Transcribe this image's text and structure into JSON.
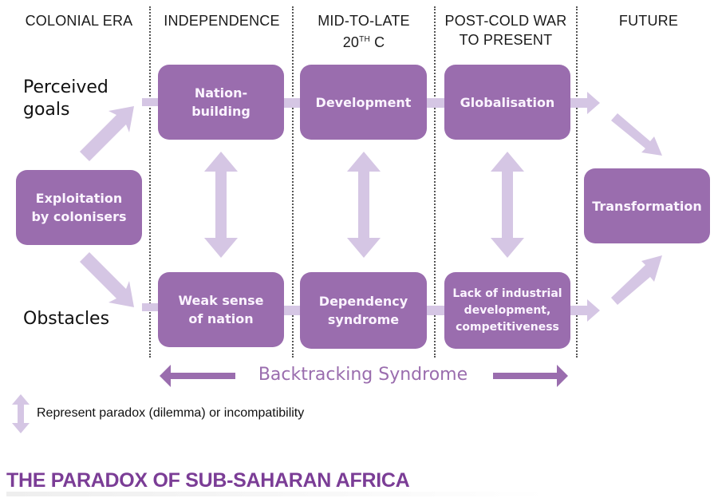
{
  "eras": [
    {
      "label": "COLONIAL ERA"
    },
    {
      "label": "INDEPENDENCE"
    },
    {
      "label_line1": "MID-TO-LATE",
      "label_line2_main": "20",
      "label_line2_sup": "TH",
      "label_line2_end": " C"
    },
    {
      "label_line1": "POST-COLD WAR",
      "label_line2": "TO PRESENT"
    },
    {
      "label": "FUTURE"
    }
  ],
  "row_labels": {
    "goals": "Perceived\ngoals",
    "obstacles": "Obstacles"
  },
  "boxes": {
    "exploitation": "Exploitation\nby colonisers",
    "nation_building": "Nation-\nbuilding",
    "development": "Development",
    "globalisation": "Globalisation",
    "weak_sense": "Weak sense\nof nation",
    "dependency": "Dependency\nsyndrome",
    "lack_industrial": "Lack of industrial\ndevelopment,\ncompetitiveness",
    "transformation": "Transformation"
  },
  "backtracking_label": "Backtracking Syndrome",
  "legend": {
    "icon": "double-vertical-arrow-icon",
    "text": "Represent paradox (dilemma) or incompatibility"
  },
  "title": "THE PARADOX OF SUB-SAHARAN AFRICA",
  "colors": {
    "box": "#9a6dae",
    "connector": "#d5c6e4",
    "backtrack_arrow": "#9a6dae",
    "title": "#7b3d96"
  }
}
